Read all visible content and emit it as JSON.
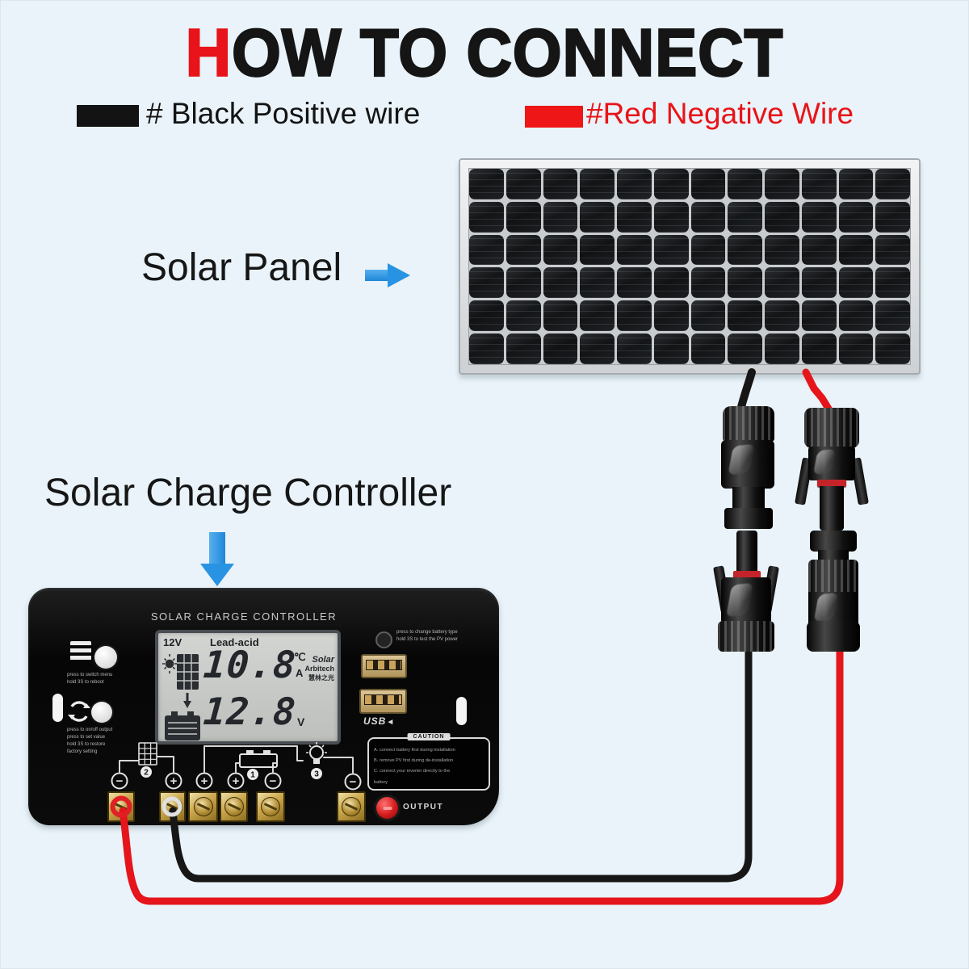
{
  "title": {
    "lead": "H",
    "rest": "OW TO CONNECT"
  },
  "legend": {
    "black_label": "# Black Positive wire",
    "black_color": "#131313",
    "red_label": "#Red Negative Wire",
    "red_color": "#ee1616"
  },
  "labels": {
    "solar_panel": "Solar Panel",
    "charge_controller": "Solar Charge Controller"
  },
  "solar_panel": {
    "rows": 6,
    "cols": 12
  },
  "wire_colors": {
    "positive_black": "#161616",
    "negative_red": "#e5151b"
  },
  "controller": {
    "panel_title": "SOLAR CHARGE CONTROLLER",
    "lcd": {
      "system_voltage": "12V",
      "battery_type": "Lead-acid",
      "current_value": "10.8",
      "unit_temp": "℃",
      "unit_amp": "A",
      "voltage_value": "12.8",
      "unit_volt": "V",
      "brand1": "Solar",
      "brand2": "Arbitech",
      "brand3": "慧林之光"
    },
    "notes": {
      "menu1": "press to switch menu",
      "menu2": "hold 3S to reboot",
      "out1": "press to on/off output",
      "out2": "press to set value",
      "out3": "hold 3S to restore",
      "out4": "factory setting",
      "batt1": "press to change battery type",
      "batt2": "hold 3S to test the PV power"
    },
    "usb_label": "USB",
    "usb_arrow": "◄",
    "caution": {
      "title": "CAUTION",
      "line1": "A. connect battery first during installation",
      "line2": "B. remove PV first during de-installation",
      "line3": "C. connect your inverter directly to the",
      "line4": "battery"
    },
    "output_label": "OUTPUT",
    "steps": {
      "battery": "1",
      "solar": "2",
      "load": "3"
    },
    "terminal_symbols": [
      "−",
      "+",
      "+",
      "+",
      "−",
      "−"
    ]
  }
}
